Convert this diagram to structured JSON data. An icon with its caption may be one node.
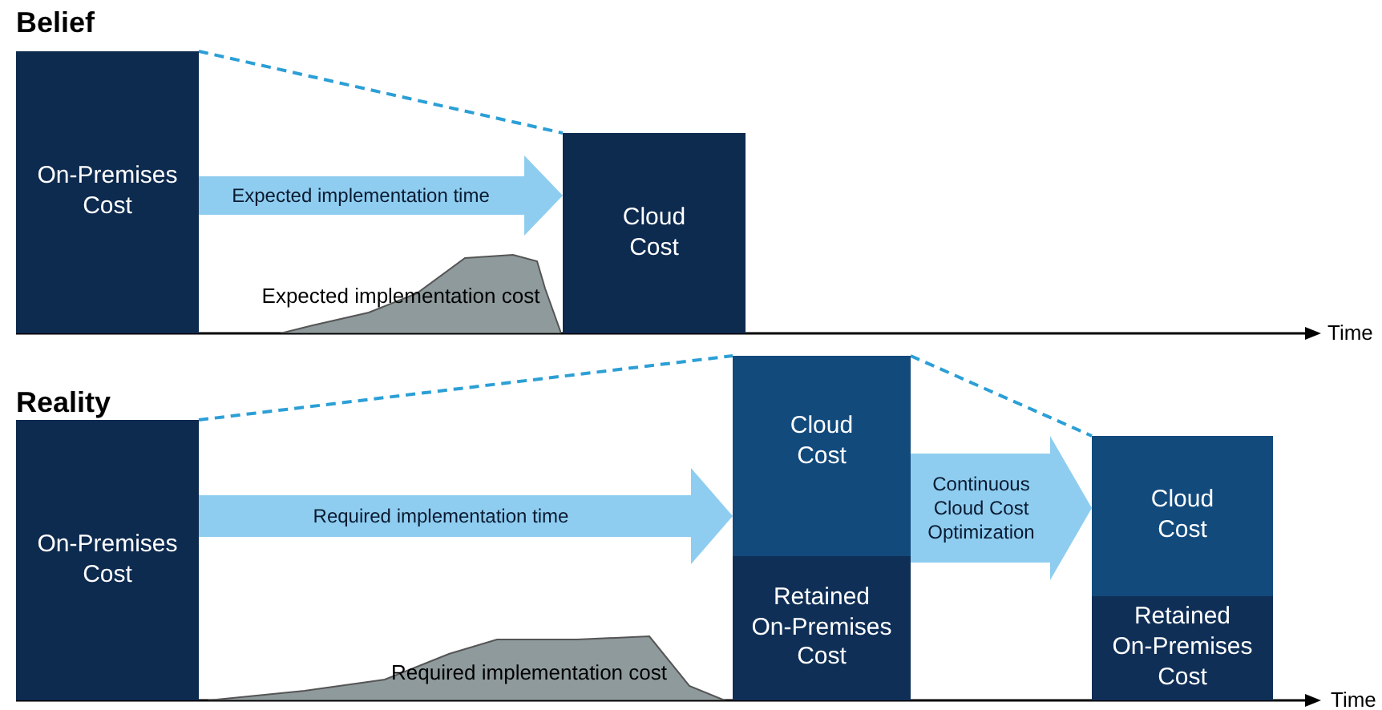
{
  "diagram": {
    "nodes": [
      {
        "text": [
          "On-Premises Cost"
        ]
      },
      {
        "text": [
          "Cloud Cost"
        ]
      },
      {
        "text": [
          "Expected implementation cost"
        ]
      },
      {
        "text": [
          "On-Premises Cost"
        ]
      },
      {
        "text": [
          "Cloud Cost"
        ]
      },
      {
        "text": [
          "Retained On-Premises Cost"
        ]
      },
      {
        "text": [
          "Cloud Cost"
        ]
      },
      {
        "text": [
          "Retained On-Premises Cost"
        ]
      },
      {
        "text": [
          "Required implementation cost"
        ]
      }
    ],
    "edges": [
      {
        "from": 0,
        "to": 1,
        "arrow": "none",
        "style": "dashed",
        "color": "#2b9fd6"
      },
      {
        "from": 0,
        "to": 1,
        "arrow": "to",
        "label": "Expected implementation time",
        "style": "thick",
        "color": "#8ecdf0"
      },
      {
        "from": 3,
        "to": 4,
        "arrow": "none",
        "style": "dashed",
        "color": "#2b9fd6"
      },
      {
        "from": 3,
        "to": 4,
        "arrow": "to",
        "label": "Required implementation time",
        "style": "thick",
        "color": "#8ecdf0"
      },
      {
        "from": 4,
        "to": 6,
        "arrow": "none",
        "style": "dashed",
        "color": "#2b9fd6"
      },
      {
        "from": 4,
        "to": 6,
        "arrow": "to",
        "label": "Continuous Cloud Cost Optimization",
        "style": "thick",
        "color": "#8ecdf0"
      }
    ],
    "labels": [
      "Belief",
      "Time",
      "Reality",
      "Time"
    ]
  }
}
